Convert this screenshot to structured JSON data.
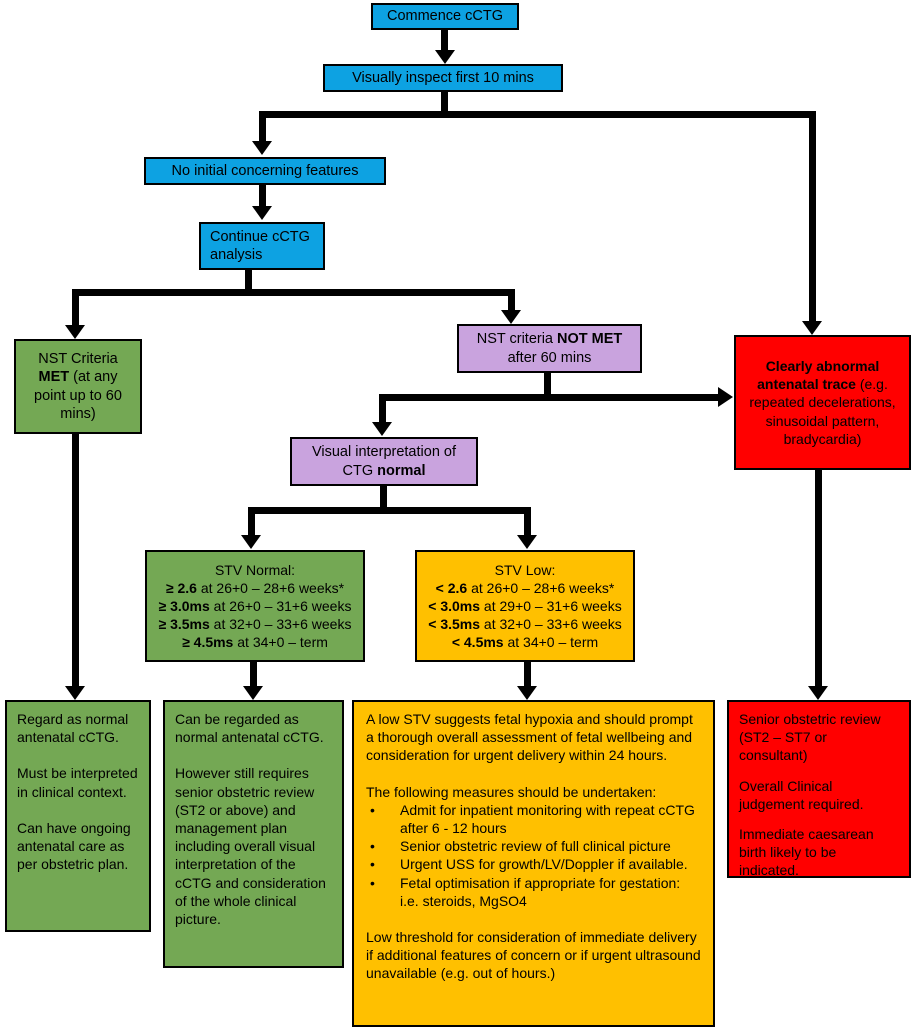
{
  "title": "Antenatal cCTG interpretation flowchart",
  "palette": {
    "process_blue": "#0da2e2",
    "normal_green": "#74a854",
    "intermediate_purple": "#c9a3de",
    "caution_orange": "#ffc000",
    "abnormal_red": "#ff0000",
    "connector_black": "#000000"
  },
  "nodes": {
    "commence": {
      "label": "Commence cCTG"
    },
    "inspect": {
      "label": "Visually inspect first 10 mins"
    },
    "no_initial": {
      "label": "No initial concerning features"
    },
    "continue_analysis": {
      "label": "Continue cCTG analysis"
    },
    "nst_met": {
      "rich": [
        {
          "t": "NST Criteria "
        },
        {
          "t": "MET",
          "b": true
        },
        {
          "t": " (at any point up to 60 mins)"
        }
      ]
    },
    "nst_not_met": {
      "line1": [
        {
          "t": "NST criteria "
        },
        {
          "t": "NOT MET",
          "b": true
        }
      ],
      "line2": "after 60 mins"
    },
    "abnormal": {
      "rich": [
        {
          "t": "Clearly abnormal antenatal trace",
          "b": true
        },
        {
          "t": " (e.g. repeated decelerations, sinusoidal pattern, bradycardia)"
        }
      ]
    },
    "visual_normal": {
      "line1": "Visual interpretation of",
      "line2": [
        {
          "t": "CTG "
        },
        {
          "t": "normal",
          "b": true
        }
      ]
    },
    "stv_normal": {
      "lines": [
        [
          {
            "t": "STV Normal:"
          }
        ],
        [
          {
            "t": "≥ 2.6",
            "b": true
          },
          {
            "t": " at 26+0 – 28+6 weeks*"
          }
        ],
        [
          {
            "t": "≥ 3.0ms",
            "b": true
          },
          {
            "t": " at 26+0 – 31+6 weeks"
          }
        ],
        [
          {
            "t": "≥ 3.5ms",
            "b": true
          },
          {
            "t": " at 32+0 – 33+6 weeks"
          }
        ],
        [
          {
            "t": "≥ 4.5ms",
            "b": true
          },
          {
            "t": " at 34+0 – term"
          }
        ]
      ]
    },
    "stv_low": {
      "lines": [
        [
          {
            "t": "STV Low:"
          }
        ],
        [
          {
            "t": "< 2.6",
            "b": true
          },
          {
            "t": " at 26+0 – 28+6 weeks*"
          }
        ],
        [
          {
            "t": "< 3.0ms",
            "b": true
          },
          {
            "t": " at 29+0 – 31+6 weeks"
          }
        ],
        [
          {
            "t": "< 3.5ms",
            "b": true
          },
          {
            "t": " at 32+0 – 33+6 weeks"
          }
        ],
        [
          {
            "t": "< 4.5ms",
            "b": true
          },
          {
            "t": " at 34+0 – term"
          }
        ]
      ]
    },
    "regard_normal": {
      "paragraphs": [
        "Regard as normal antenatal cCTG.",
        "Must be interpreted in clinical context.",
        "Can have ongoing antenatal care as per obstetric plan."
      ]
    },
    "can_be_regarded": {
      "paragraphs": [
        "Can be regarded as normal antenatal cCTG.",
        "However still requires senior obstetric review (ST2 or above) and management plan including overall visual interpretation of the cCTG and consideration of the whole clinical picture."
      ]
    },
    "low_stv_action": {
      "para1": "A low STV suggests fetal hypoxia and should prompt a thorough overall assessment of fetal wellbeing and consideration for urgent delivery within 24 hours.",
      "measures_intro": "The following measures should be undertaken:",
      "bullets": [
        "Admit for inpatient monitoring with repeat cCTG after 6 - 12 hours",
        "Senior obstetric review of full clinical picture",
        "Urgent USS for growth/LV/Doppler if available.",
        "Fetal optimisation if appropriate for gestation: i.e. steroids, MgSO4"
      ],
      "para2": "Low threshold for consideration of immediate delivery if additional features of concern or if urgent ultrasound unavailable (e.g. out of hours.)"
    },
    "senior_review": {
      "paragraphs": [
        "Senior obstetric review (ST2 – ST7 or consultant)",
        "Overall Clinical judgement required.",
        "Immediate caesarean birth likely to be indicated."
      ]
    }
  },
  "edges": [
    {
      "from": "commence",
      "to": "inspect"
    },
    {
      "from": "inspect",
      "to": "no_initial"
    },
    {
      "from": "inspect",
      "to": "abnormal"
    },
    {
      "from": "no_initial",
      "to": "continue_analysis"
    },
    {
      "from": "continue_analysis",
      "to": "nst_met"
    },
    {
      "from": "continue_analysis",
      "to": "nst_not_met"
    },
    {
      "from": "nst_not_met",
      "to": "visual_normal"
    },
    {
      "from": "nst_not_met",
      "to": "abnormal"
    },
    {
      "from": "visual_normal",
      "to": "stv_normal"
    },
    {
      "from": "visual_normal",
      "to": "stv_low"
    },
    {
      "from": "nst_met",
      "to": "regard_normal"
    },
    {
      "from": "stv_normal",
      "to": "can_be_regarded"
    },
    {
      "from": "stv_low",
      "to": "low_stv_action"
    },
    {
      "from": "abnormal",
      "to": "senior_review"
    }
  ]
}
